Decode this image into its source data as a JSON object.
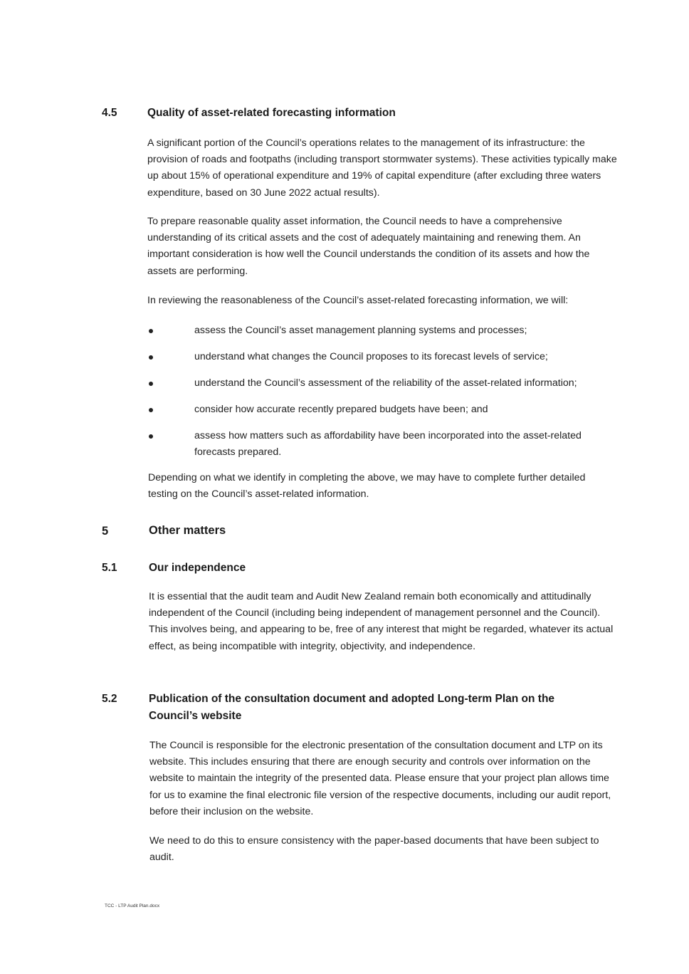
{
  "s45": {
    "number": "4.5",
    "title": "Quality of asset-related forecasting information",
    "p1": "A significant portion of the Council’s operations relates to the management of its infrastructure: the provision of roads and footpaths (including transport stormwater systems). These activities typically make up about 15% of operational expenditure and 19% of capital expenditure (after excluding three waters expenditure, based on 30 June 2022 actual results).",
    "p2": "To prepare reasonable quality asset information, the Council needs to have a comprehensive understanding of its critical assets and the cost of adequately maintaining and renewing them. An important consideration is how well the Council understands the condition of its assets and how the assets are performing.",
    "p3": "In reviewing the reasonableness of the Council’s asset-related forecasting information, we will:",
    "bullets": [
      "assess the Council’s asset management planning systems and processes;",
      "understand what changes the Council proposes to its forecast levels of service;",
      "understand the Council’s assessment of the reliability of the asset-related information;",
      "consider how accurate recently prepared budgets have been; and",
      "assess how matters such as affordability have been incorporated into the asset-related forecasts prepared."
    ],
    "p4": "Depending on what we identify in completing the above, we may have to complete further detailed testing on the Council’s asset-related information."
  },
  "s5": {
    "number": "5",
    "title": "Other matters"
  },
  "s51": {
    "number": "5.1",
    "title": "Our independence",
    "p1": "It is essential that the audit team and Audit New Zealand remain both economically and attitudinally independent of the Council (including being independent of management personnel and the Council). This involves being, and appearing to be, free of any interest that might be regarded, whatever its actual effect, as being incompatible with integrity, objectivity, and independence."
  },
  "s52": {
    "number": "5.2",
    "title": "Publication of the consultation document and adopted Long-term Plan on the Council’s website",
    "p1": "The Council is responsible for the electronic presentation of the consultation document and LTP on its website. This includes ensuring that there are enough security and controls over information on the website to maintain the integrity of the presented data. Please ensure that your project plan allows time for us to examine the final electronic file version of the respective documents, including our audit report, before their inclusion on the website.",
    "p2": "We need to do this to ensure consistency with the paper-based documents that have been subject to audit."
  },
  "footer": "TCC - LTP Audit Plan.docx"
}
